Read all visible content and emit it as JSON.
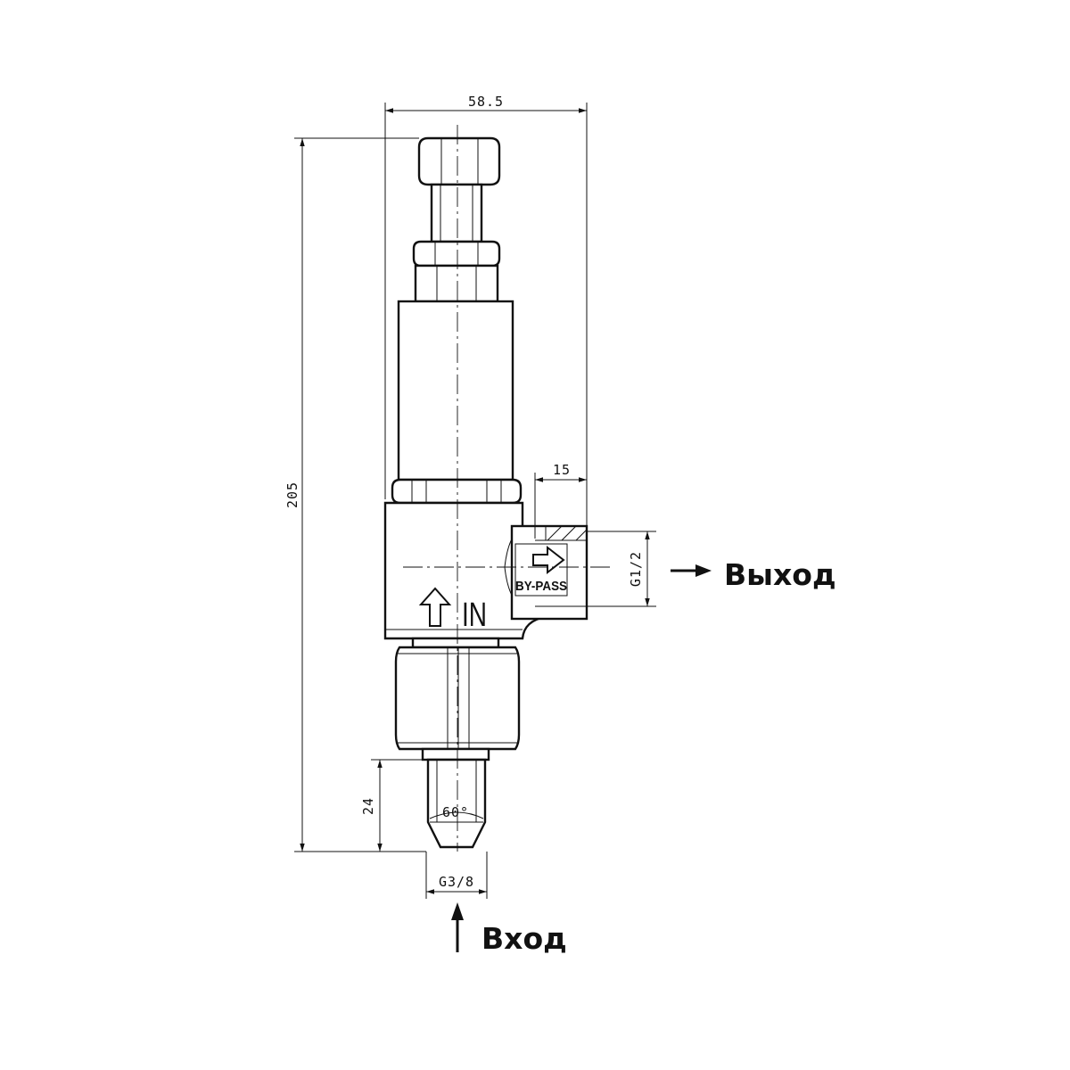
{
  "dimensions": {
    "width_total": "58.5",
    "height_total": "205",
    "outlet_offset": "15",
    "outlet_thread": "G1/2",
    "inlet_length": "24",
    "inlet_thread": "G3/8",
    "tip_angle": "60°"
  },
  "markings": {
    "inlet_mark": "IN",
    "bypass_mark": "BY-PASS"
  },
  "labels": {
    "outlet": "Выход",
    "inlet": "Вход"
  }
}
